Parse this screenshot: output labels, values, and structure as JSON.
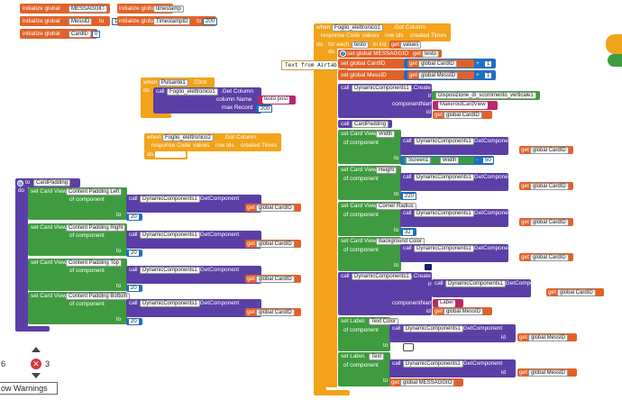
{
  "globals": {
    "messaggio": {
      "kw": "initialize global",
      "name": "MESSAGGIO",
      "to": "to"
    },
    "timestamp": {
      "kw": "initialize global",
      "name": "timestamp",
      "to": "to"
    },
    "messid": {
      "kw": "initialize global",
      "name": "MessID",
      "to": "to",
      "value": "100"
    },
    "timestampid": {
      "kw": "initialize global",
      "name": "TimestampID",
      "to": "to",
      "value": "200"
    },
    "cardid": {
      "kw": "initialize global",
      "name": "CardID",
      "to": "to",
      "value": "0"
    }
  },
  "click_event": {
    "when": "when",
    "component": "Pulsante1",
    "event": ".Click",
    "do": "do",
    "call": "call",
    "target": "Foglio_elettronico1",
    "method": ".Get Column",
    "param1": "column Name",
    "param1_val": "testo post",
    "param2": "max Record",
    "param2_val": "200"
  },
  "gotcol2": {
    "when": "when",
    "component": "Foglio_elettronico2",
    "event": ".Got Column",
    "params": [
      "response Code",
      "values",
      "row Ids",
      "created Times"
    ],
    "do": "do"
  },
  "proc": {
    "to": "to",
    "name": "CardPadding",
    "do": "do",
    "rows": [
      {
        "set": "set Card View.",
        "prop": "Content Padding Left",
        "of": "of component",
        "val": "20"
      },
      {
        "set": "set Card View.",
        "prop": "Content Padding Right",
        "of": "of component",
        "val": "20"
      },
      {
        "set": "set Card View.",
        "prop": "Content Padding Top",
        "of": "of component",
        "val": "20"
      },
      {
        "set": "set Card View.",
        "prop": "Content Padding Bottom",
        "of": "of component",
        "val": "20"
      }
    ],
    "call": "call",
    "dyn": "DynamicComponents1",
    "getcomp": ".GetComponent",
    "id": "id",
    "get": "get",
    "gvar": "global CardID",
    "to_lbl": "to"
  },
  "gotcol1": {
    "when": "when",
    "component": "Foglio_elettronico1",
    "event": ".Got Column",
    "params": [
      "response Code",
      "values",
      "row Ids",
      "created Times"
    ],
    "do": "do",
    "foreach": "for each",
    "item": "testo",
    "inlist": "in list",
    "get": "get",
    "values": "values",
    "tooltip": "Text from Airtable",
    "set1": "set global MESSAGGIO",
    "testo": "testo",
    "set2": "set global CardID",
    "gcard": "global CardID",
    "one": "1",
    "set3": "set global MessID",
    "gmess": "global MessID",
    "call": "call",
    "dyn": "DynamicComponents1",
    "create": ".Create",
    "in": "in",
    "disp": "Disposizione_di_scorrimento_verticale1",
    "compName": "componentName",
    "maker": "MakeroidCardView",
    "id": "id",
    "cardpad": "CardPadding",
    "rows": [
      {
        "set": "set Card View.",
        "prop": "Width",
        "of": "of component",
        "to": "to"
      },
      {
        "set": "set Card View.",
        "prop": "Height",
        "of": "of component",
        "to": "to",
        "val": "220"
      },
      {
        "set": "set Card View.",
        "prop": "Corner Radius",
        "of": "of component",
        "to": "to",
        "val": "32"
      },
      {
        "set": "set Card View.",
        "prop": "Background Color",
        "of": "of component",
        "to": "to"
      }
    ],
    "screen": "Screen1",
    "width": "Width",
    "minus": "-",
    "fifty": "50",
    "label": "Label",
    "lrows": [
      {
        "set": "set Label.",
        "prop": "Text Color",
        "of": "of component",
        "to": "to"
      },
      {
        "set": "set Label.",
        "prop": "Text",
        "of": "of component",
        "to": "to",
        "gval": "global MESSAGGIO"
      }
    ]
  },
  "warnings": {
    "warn_count": "6",
    "err_count": "3",
    "toggle": "ow Warnings"
  },
  "colors": {
    "orange": "#e0622a",
    "yellow": "#f2a31a",
    "purple": "#5b3fa6",
    "green": "#3f9b3f",
    "blue": "#1f6fc1",
    "pink": "#b8286c"
  }
}
